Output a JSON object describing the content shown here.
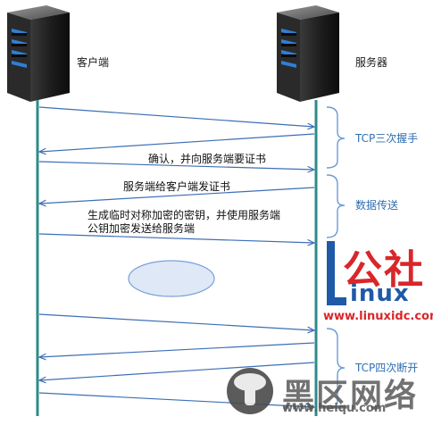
{
  "nodes": {
    "client_label": "客户端",
    "server_label": "服务器"
  },
  "phases": {
    "handshake": "TCP三次握手",
    "transfer": "数据传送",
    "teardown": "TCP四次断开"
  },
  "messages": {
    "confirm": "确认，并向服务端要证书",
    "cert": "服务端给客户端发证书",
    "key_line1": "生成临时对称加密的密钥，并使用服务端",
    "key_line2": "公钥加密发送给服务端"
  },
  "watermarks": {
    "linux_logo_cn": "公社",
    "linux_logo_en": "inux",
    "linux_url": "www.linuxidc.com",
    "heiqu_title": "黑区网络",
    "heiqu_url": "www.heiqu.com"
  },
  "colors": {
    "lifeline": "#2e8b8b",
    "arrow": "#3d6fb6",
    "brace": "#6a9bd6",
    "ellipse_fill": "#dfe8f6",
    "ellipse_stroke": "#7aa0d8"
  }
}
